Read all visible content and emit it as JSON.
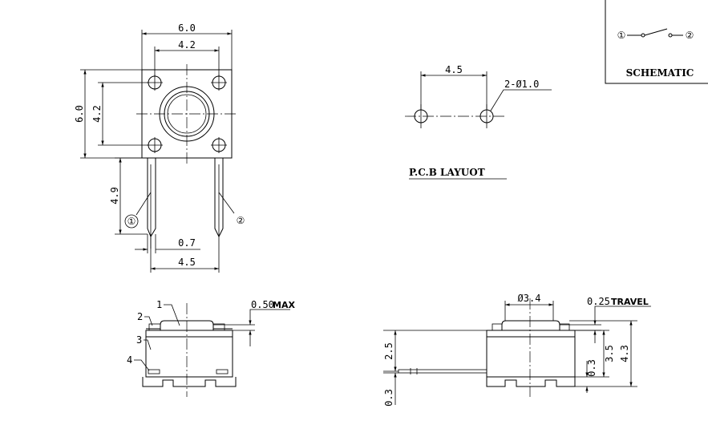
{
  "top_view": {
    "width_outer": "6.0",
    "width_pitch": "4.2",
    "height_outer": "6.0",
    "height_pitch": "4.2",
    "pin_length": "4.9",
    "pin_width": "0.7",
    "pin_span": "4.5",
    "pin_left_num": "①",
    "pin_right_num": "②"
  },
  "pcb": {
    "pitch": "4.5",
    "hole": "2-Ø1.0",
    "title": "P.C.B LAYUOT"
  },
  "schematic": {
    "pin1": "①",
    "pin2": "②",
    "label": "SCHEMATIC"
  },
  "front_view": {
    "callout_1": "1",
    "callout_2": "2",
    "callout_3": "3",
    "callout_4": "4",
    "max_value": "0.50",
    "max_label": "MAX"
  },
  "side_view": {
    "diameter": "Ø3.4",
    "travel_value": "0.25",
    "travel_label": "TRAVEL",
    "body_height": "2.5",
    "pin_thk": "0.3",
    "base_offset": "0.3",
    "h_35": "3.5",
    "h_43": "4.3"
  }
}
